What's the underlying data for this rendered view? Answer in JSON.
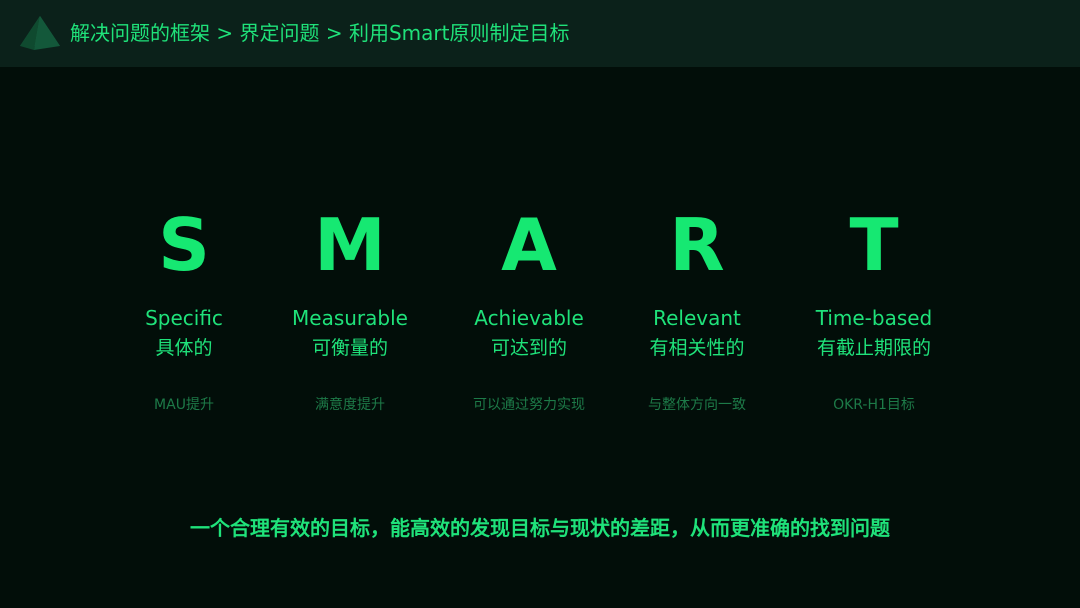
{
  "header": {
    "breadcrumb": "解决问题的框架 > 界定问题 > 利用Smart原则制定目标"
  },
  "smart": [
    {
      "letter": "S",
      "en": "Specific",
      "cn": "具体的",
      "example": "MAU提升"
    },
    {
      "letter": "M",
      "en": "Measurable",
      "cn": "可衡量的",
      "example": "满意度提升"
    },
    {
      "letter": "A",
      "en": "Achievable",
      "cn": "可达到的",
      "example": "可以通过努力实现"
    },
    {
      "letter": "R",
      "en": "Relevant",
      "cn": "有相关性的",
      "example": "与整体方向一致"
    },
    {
      "letter": "T",
      "en": "Time-based",
      "cn": "有截止期限的",
      "example": "OKR-H1目标"
    }
  ],
  "summary": "一个合理有效的目标，能高效的发现目标与现状的差距，从而更准确的找到问题",
  "colors": {
    "background": "#020e09",
    "header_bg": "#0b211a",
    "accent": "#1fe27a",
    "muted": "#1d7a48"
  }
}
